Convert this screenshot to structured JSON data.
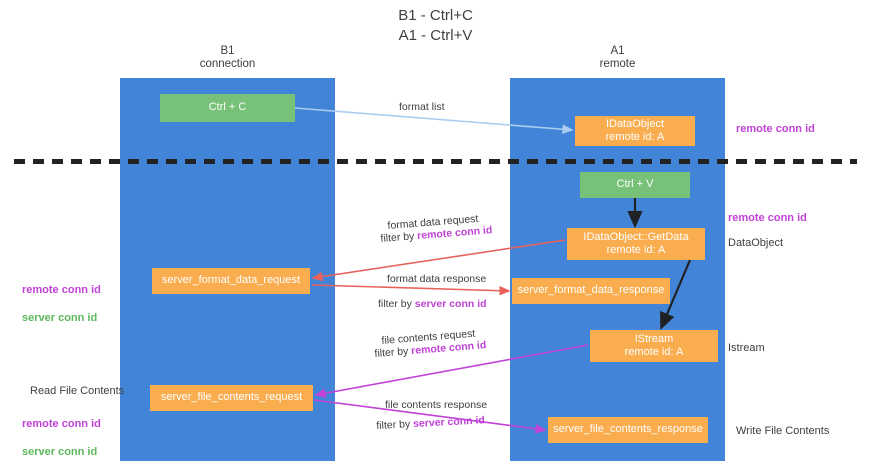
{
  "title": "B1 - Ctrl+C\nA1 - Ctrl+V",
  "lanes": [
    {
      "id": "b1",
      "label": "B1\nconnection"
    },
    {
      "id": "a1",
      "label": "A1\nremote"
    }
  ],
  "nodes": {
    "ctrl_c": "Ctrl + C",
    "idataobject": "IDataObject\nremote id: A",
    "ctrl_v": "Ctrl + V",
    "getdata": "IDataObject::GetData\nremote id: A",
    "server_format_data_request": "server_format_data_request",
    "server_format_data_response": "server_format_data_response",
    "istream": "IStream\nremote id: A",
    "server_file_contents_request": "server_file_contents_request",
    "server_file_contents_response": "server_file_contents_response"
  },
  "annotations": {
    "remote_conn_id": "remote conn id",
    "server_conn_id": "server conn id",
    "dataobject": "DataObject",
    "istream": "Istream",
    "read_file_contents": "Read File Contents",
    "write_file_contents": "Write File Contents"
  },
  "edges": {
    "format_list": "format list",
    "format_data_request": "format data request",
    "filter_by_remote_1": "filter by ",
    "format_data_response": "format data response",
    "filter_by_server_1": "filter by ",
    "file_contents_request": "file contents request",
    "filter_by_remote_2": "filter by ",
    "file_contents_response": "file contents response",
    "filter_by_server_2": "filter by "
  },
  "colors": {
    "lane": "#4285d8",
    "green_node": "#77c178",
    "orange_node": "#f9ad4e",
    "remote_conn_id": "#c042d6",
    "server_conn_id": "#5cb85c",
    "format_arrow": "#a9cdf0",
    "data_arrow": "#e8625c",
    "file_arrow": "#c042d6",
    "flow_arrow": "#202124",
    "divider": "#222222",
    "background": "#ffffff"
  }
}
